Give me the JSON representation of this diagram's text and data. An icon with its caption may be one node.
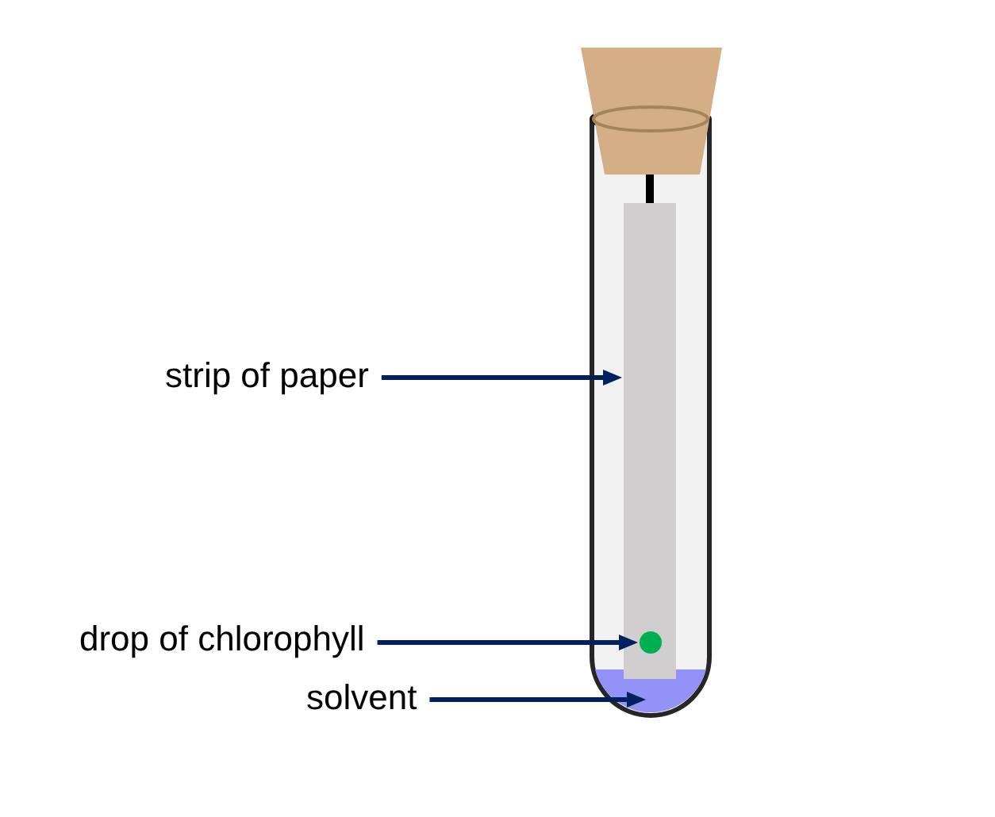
{
  "diagram": {
    "nodes": [
      {
        "text": [
          "strip of paper"
        ]
      },
      {
        "text": [
          "drop of chlorophyll"
        ]
      },
      {
        "text": [
          "solvent"
        ]
      },
      {
        "text": [],
        "shape": "bar"
      },
      {
        "text": [],
        "shape": "circle",
        "in": 3
      },
      {
        "text": [],
        "shape": "liquid"
      }
    ],
    "edges": [
      {
        "from": 0,
        "to": 3,
        "arrow": "to"
      },
      {
        "from": 1,
        "to": 4,
        "arrow": "to"
      },
      {
        "from": 2,
        "to": 5,
        "arrow": "to"
      }
    ]
  }
}
